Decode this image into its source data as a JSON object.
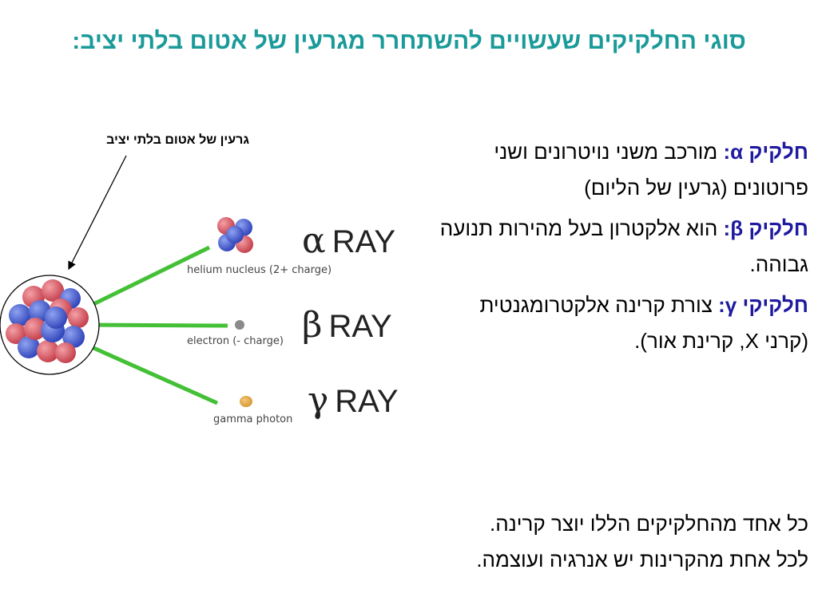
{
  "title": "סוגי החלקיקים שעשויים להשתחרר מגרעין של אטום בלתי יציב:",
  "diagram": {
    "nucleus_label": "גרעין של אטום בלתי יציב",
    "rays": [
      {
        "symbol": "α",
        "label": "RAY",
        "particle": "helium nucleus (2+ charge)"
      },
      {
        "symbol": "β",
        "label": "RAY",
        "particle": "electron (- charge)"
      },
      {
        "symbol": "γ",
        "label": "RAY",
        "particle": "gamma photon"
      }
    ],
    "colors": {
      "proton": "#d9535f",
      "neutron": "#3b56d1",
      "beam": "#44c036",
      "gamma": "#d8a040",
      "electron": "#888888"
    }
  },
  "items": [
    {
      "term": "חלקיק",
      "symbol": "α",
      "colon": ":",
      "desc": " מורכב משני נויטרונים ושני פרוטונים (גרעין של הליום)"
    },
    {
      "term": "חלקיק",
      "symbol": "β",
      "colon": ":",
      "desc": " הוא אלקטרון בעל מהירות תנועה גבוהה."
    },
    {
      "term": "חלקיקי",
      "symbol": "γ",
      "colon": ":",
      "desc": " צורת קרינה אלקטרומגנטית (קרני X, קרינת אור)."
    }
  ],
  "footer": {
    "line1": "כל אחד מהחלקיקים הללו יוצר קרינה.",
    "line2": "לכל אחת מהקרינות יש אנרגיה ועוצמה."
  }
}
